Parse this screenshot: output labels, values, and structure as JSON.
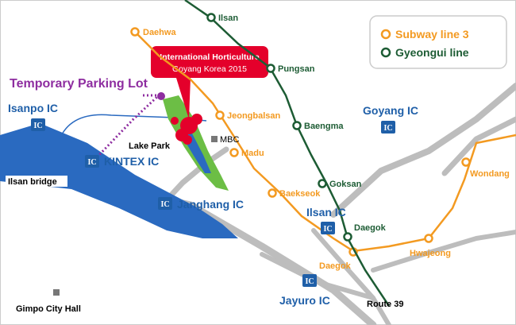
{
  "colors": {
    "subway3": "#F39A21",
    "gyeongui": "#1D5C34",
    "river": "#2A6AC0",
    "road": "#BDBDBD",
    "ic_badge": "#1F5FA8",
    "ic_text": "#1F5FA8",
    "parking": "#8E2DA0",
    "park_green": "#6CBE45",
    "event_red": "#E4002B"
  },
  "legend": {
    "subway3": "Subway line 3",
    "gyeongui": "Gyeongui line"
  },
  "event": {
    "line1": "International Horticulture",
    "line2": "Goyang Korea 2015"
  },
  "parking": {
    "label": "Temporary Parking Lot"
  },
  "ic_badge_text": "IC",
  "interchanges": {
    "isanpo": "Isanpo IC",
    "kintex": "KINTEX IC",
    "janghang": "Janghang IC",
    "goyang": "Goyang IC",
    "ilsan": "Ilsan IC",
    "jayuro": "Jayuro IC"
  },
  "stations": {
    "line3": {
      "daehwa": "Daehwa",
      "jeongbalsan": "Jeongbalsan",
      "madu": "Madu",
      "baekseok": "Baekseok",
      "daegok": "Daegok",
      "hwajeong": "Hwajeong",
      "wondang": "Wondang"
    },
    "gyeongui": {
      "ilsan": "Ilsan",
      "pungsan": "Pungsan",
      "baengma": "Baengma",
      "goksan": "Goksan",
      "daegok": "Daegok"
    }
  },
  "places": {
    "lake_park": "Lake Park",
    "mbc": "MBC",
    "ilsan_bridge": "Ilsan bridge",
    "gimpo_city_hall": "Gimpo City Hall",
    "route39": "Route 39"
  }
}
